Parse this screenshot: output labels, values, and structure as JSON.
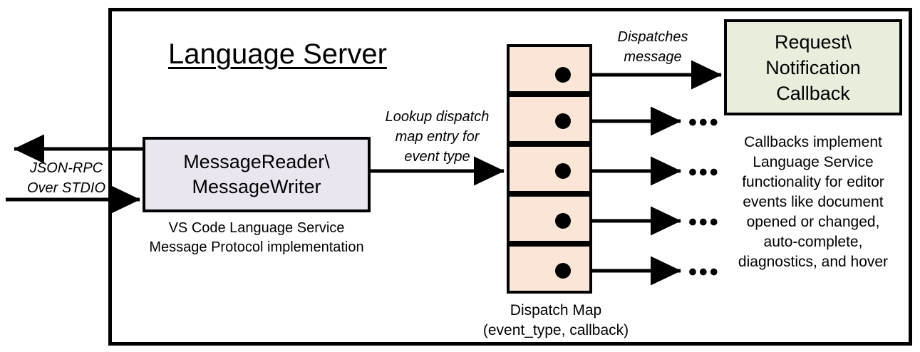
{
  "diagram": {
    "title": "Language Server",
    "outer_container_name": "Language Server boundary",
    "transport": {
      "label": "JSON-RPC\nOver STDIO",
      "outbound_arrow": "arrow pointing left out of Language Server",
      "inbound_arrow": "arrow pointing right into Language Server"
    },
    "reader_writer": {
      "label": "MessageReader\\\nMessageWriter",
      "caption": "VS Code Language Service\nMessage Protocol implementation",
      "fill": "#EAE6F0",
      "stroke": "#000000"
    },
    "lookup_edge": {
      "label": "Lookup dispatch\nmap entry for\nevent type"
    },
    "dispatch_map": {
      "caption": "Dispatch Map\n(event_type, callback)",
      "fill": "#FBE5D6",
      "stroke": "#000000",
      "cell_count": 5,
      "cells": [
        {
          "index": 0,
          "dot": "callback-dot",
          "outgoing": "arrow-to-callback"
        },
        {
          "index": 1,
          "dot": "callback-dot",
          "outgoing": "arrow-to-ellipsis"
        },
        {
          "index": 2,
          "dot": "callback-dot",
          "outgoing": "arrow-to-ellipsis"
        },
        {
          "index": 3,
          "dot": "callback-dot",
          "outgoing": "arrow-to-ellipsis"
        },
        {
          "index": 4,
          "dot": "callback-dot",
          "outgoing": "arrow-to-ellipsis"
        }
      ],
      "ellipsis_glyph": "•••"
    },
    "dispatch_edge": {
      "label": "Dispatches\nmessage"
    },
    "callback": {
      "label": "Request\\\nNotification\nCallback",
      "caption": "Callbacks implement\nLanguage Service\nfunctionality for editor\nevents like document\nopened or changed,\nauto-complete,\ndiagnostics, and hover",
      "fill": "#E7EEDC",
      "stroke": "#000000"
    }
  }
}
